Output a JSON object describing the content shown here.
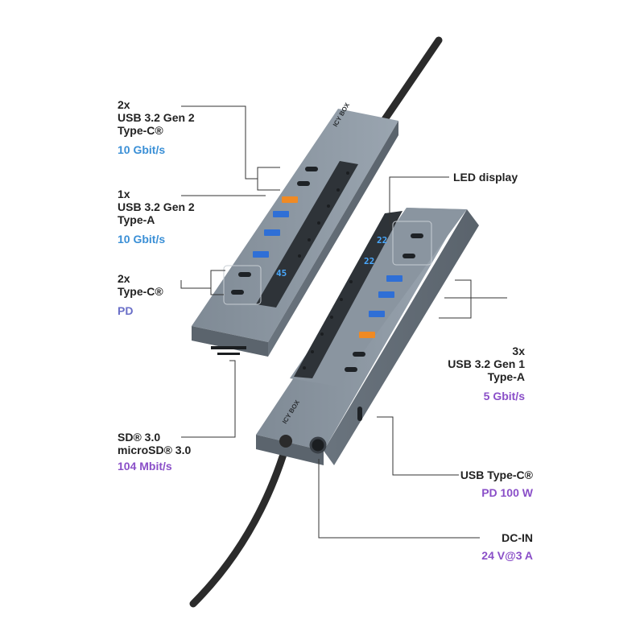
{
  "brand": {
    "logo_text": "ICY BOX"
  },
  "colors": {
    "blue_speed": "#3a8fd6",
    "purple_speed": "#8a4fc8",
    "housing": "#8d98a3",
    "usb_blue": "#2f6fd6",
    "usb_orange": "#f08a24",
    "led": "#49a9ff"
  },
  "callouts": {
    "usb_c_gen2": {
      "lines": [
        "2x",
        "USB 3.2 Gen 2",
        "Type-C®"
      ],
      "speed": "10 Gbit/s"
    },
    "usb_a_gen2": {
      "lines": [
        "1x",
        "USB 3.2 Gen 2",
        "Type-A"
      ],
      "speed": "10 Gbit/s"
    },
    "type_c_pd": {
      "lines": [
        "2x",
        "Type-C®"
      ],
      "speed": "PD"
    },
    "sd_card": {
      "lines": [
        "SD® 3.0",
        "microSD® 3.0"
      ],
      "speed": "104 Mbit/s"
    },
    "led_display": {
      "lines": [
        "LED display"
      ]
    },
    "usb_a_gen1": {
      "lines": [
        "3x",
        "USB 3.2 Gen 1",
        "Type-A"
      ],
      "speed": "5 Gbit/s"
    },
    "usb_c_pd100": {
      "lines": [
        "USB Type-C®"
      ],
      "speed": "PD 100 W"
    },
    "dc_in": {
      "lines": [
        "DC-IN"
      ],
      "speed": "24 V@3 A"
    }
  },
  "displays": {
    "left_readout": "45",
    "right_readout_1": "22",
    "right_readout_2": "22"
  }
}
